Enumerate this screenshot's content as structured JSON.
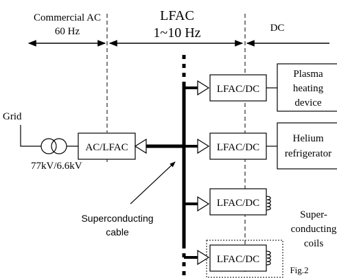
{
  "regions": {
    "commercial_ac": {
      "line1": "Commercial AC",
      "line2": "60 Hz"
    },
    "lfac": {
      "line1": "LFAC",
      "line2": "1~10 Hz"
    },
    "dc": {
      "label": "DC"
    }
  },
  "grid": {
    "label": "Grid",
    "transformer_rating": "77kV/6.6kV"
  },
  "converters": {
    "ac_lfac": "AC/LFAC",
    "lfac_dc": [
      "LFAC/DC",
      "LFAC/DC",
      "LFAC/DC",
      "LFAC/DC"
    ]
  },
  "loads": {
    "plasma": [
      "Plasma",
      "heating",
      "device"
    ],
    "helium": [
      "Helium",
      "refrigerator"
    ],
    "coils": [
      "Super-",
      "conducting",
      "coils"
    ]
  },
  "cable_label": [
    "Superconducting",
    "cable"
  ],
  "figure_label": "Fig.2"
}
